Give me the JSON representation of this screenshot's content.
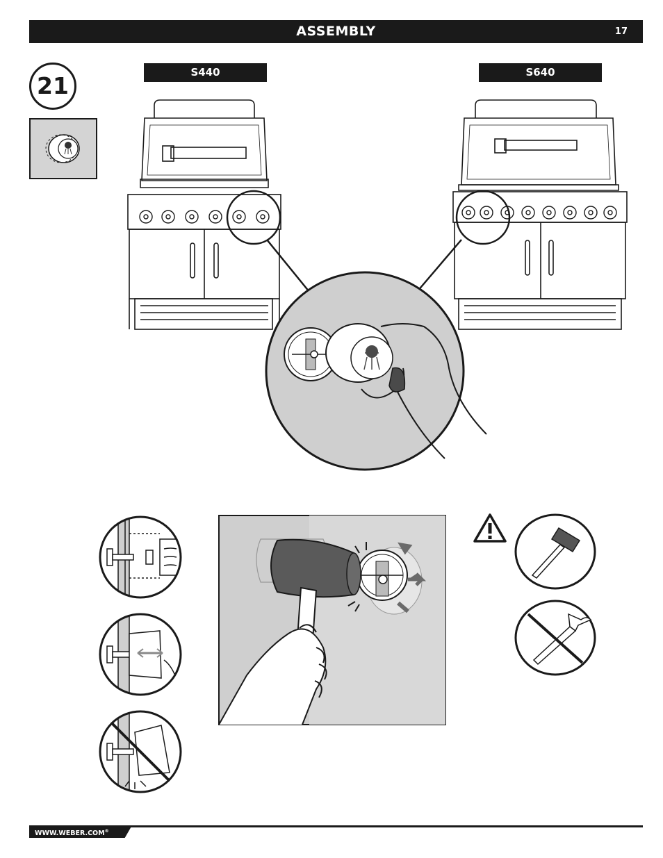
{
  "header": {
    "title": "ASSEMBLY",
    "page_number": "17"
  },
  "step": {
    "number": "21"
  },
  "models": {
    "left": "S440",
    "right": "S640"
  },
  "footer": {
    "url": "WWW.WEBER.COM",
    "registered_mark": "®"
  },
  "icons": {
    "part": "control-knob-icon",
    "warning": "warning-triangle-icon",
    "allowed_tool": "rubber-mallet-icon",
    "forbidden_tool": "claw-hammer-icon"
  },
  "colors": {
    "ink": "#1a1a1a",
    "panel_gray": "#cfcfcf",
    "mallet_head": "#5a5a5a",
    "arrow": "#6b6b6b"
  }
}
